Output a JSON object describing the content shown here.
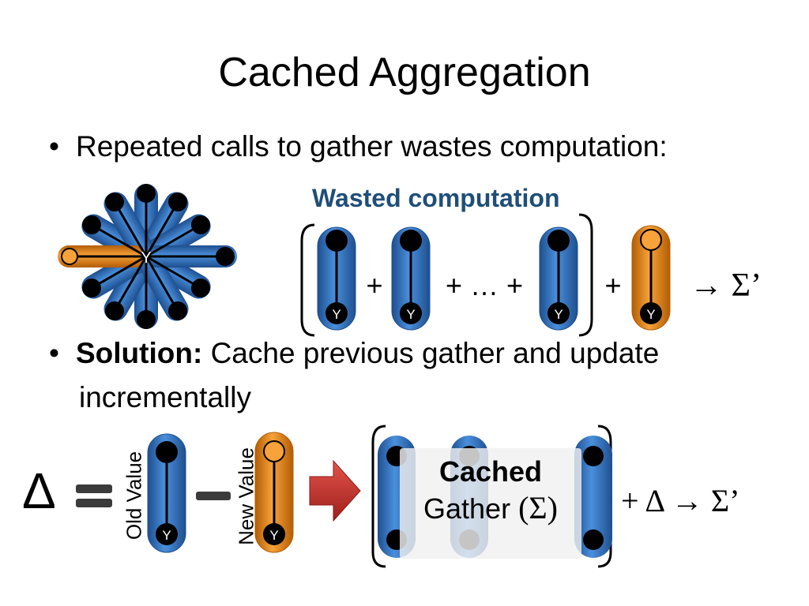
{
  "slide": {
    "title": "Cached Aggregation",
    "bullet1": "Repeated calls to gather wastes computation:",
    "bullet2_bold": "Solution:",
    "bullet2_text": " Cache previous gather and update",
    "bullet2_cont": "incrementally",
    "bullet_glyph": "•"
  },
  "diagram": {
    "wasted_label": "Wasted computation",
    "vertex_label": "Y",
    "plus": "+",
    "ellipsis_plus": "+ … +",
    "arrow_result": "→ Σ’",
    "delta": "Δ",
    "equals": "=",
    "minus": "–",
    "old_value_label": "Old Value",
    "new_value_label": "New Value",
    "cached_title": "Cached",
    "cached_sub": "Gather ",
    "cached_sigma": "(Σ)",
    "cached_result": "+ Δ → Σ’",
    "colors": {
      "blue": "#3a7bc8",
      "blue_dark": "#1e4f8f",
      "orange": "#f08c1e",
      "orange_dark": "#b35d05",
      "red_arrow": "#c8302b",
      "label_blue": "#1f4e79"
    }
  }
}
